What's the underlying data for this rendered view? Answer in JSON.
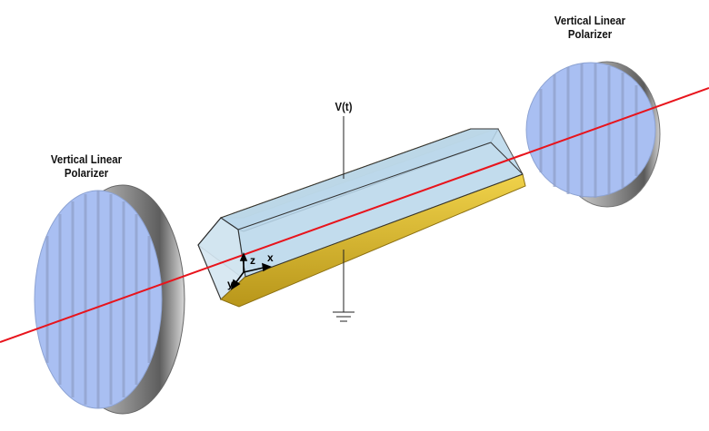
{
  "labels": {
    "left_polarizer": [
      "Vertical Linear",
      "Polarizer"
    ],
    "right_polarizer": [
      "Vertical Linear",
      "Polarizer"
    ],
    "voltage": "V(t)"
  },
  "axes": {
    "x": "x",
    "y": "y",
    "z": "z"
  },
  "colors": {
    "beam": "#e8141c",
    "polarizer_glass": "#a9bff2",
    "polarizer_rim": "#8a8a8a",
    "crystal_fill": "#b8d6ea",
    "electrode": "#d8b526",
    "wire": "#222222"
  }
}
